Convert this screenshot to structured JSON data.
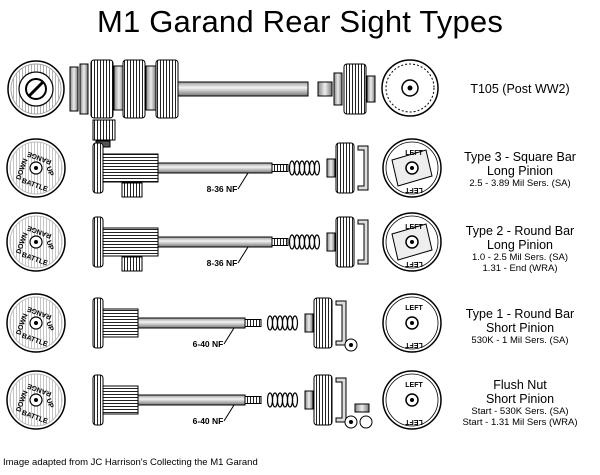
{
  "title": "M1 Garand Rear Sight Types",
  "credit": "Image adapted from JC Harrison's Collecting the M1 Garand",
  "rows": [
    {
      "name": "T105 (Post WW2)",
      "name2": "",
      "details": []
    },
    {
      "name": "Type 3 - Square Bar",
      "name2": "Long Pinion",
      "details": [
        "2.5 - 3.89 Mil Sers. (SA)"
      ],
      "thread": "8-36 NF"
    },
    {
      "name": "Type 2 - Round Bar",
      "name2": "Long Pinion",
      "details": [
        "1.0 - 2.5 Mil Sers. (SA)",
        "1.31 - End (WRA)"
      ],
      "thread": "8-36 NF"
    },
    {
      "name": "Type 1 - Round Bar",
      "name2": "Short Pinion",
      "details": [
        "530K - 1 Mil Sers. (SA)"
      ],
      "thread": "6-40 NF"
    },
    {
      "name": "Flush Nut",
      "name2": "Short Pinion",
      "details": [
        "Start - 530K Sers. (SA)",
        "Start - 1.31 Mil Sers (WRA)"
      ],
      "thread": "6-40 NF"
    }
  ],
  "knob_text": {
    "left": "LEFT",
    "range": "RANGE",
    "down": "DOWN",
    "up": "UP",
    "battle": "BATTLE"
  }
}
